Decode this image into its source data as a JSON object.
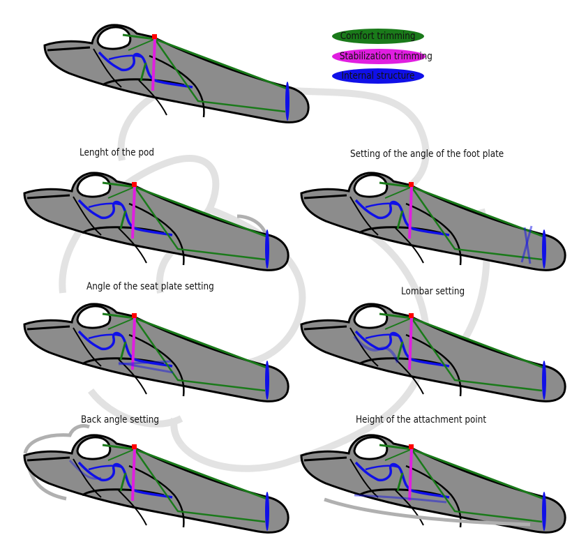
{
  "legend": {
    "comfort": {
      "label": "Comfort trimming",
      "color": "#1a7a1a"
    },
    "stabilization": {
      "label": "Stabilization trimming",
      "color": "#e01ee0"
    },
    "internal": {
      "label": "Internal structure",
      "color": "#1010e8"
    }
  },
  "captions": {
    "pod_length": "Lenght of the pod",
    "foot_plate": "Setting of the angle of the foot plate",
    "seat_plate": "Angle of the seat plate setting",
    "lombar": "Lombar setting",
    "back_angle": "Back angle setting",
    "attachment": "Height of the attachment point"
  },
  "colors": {
    "pod_fill": "#8c8c8c",
    "outline": "#000000",
    "attachment_marker": "#ff0000",
    "ghost": "#b0b0b0",
    "watermark": "#d9d9d9"
  }
}
